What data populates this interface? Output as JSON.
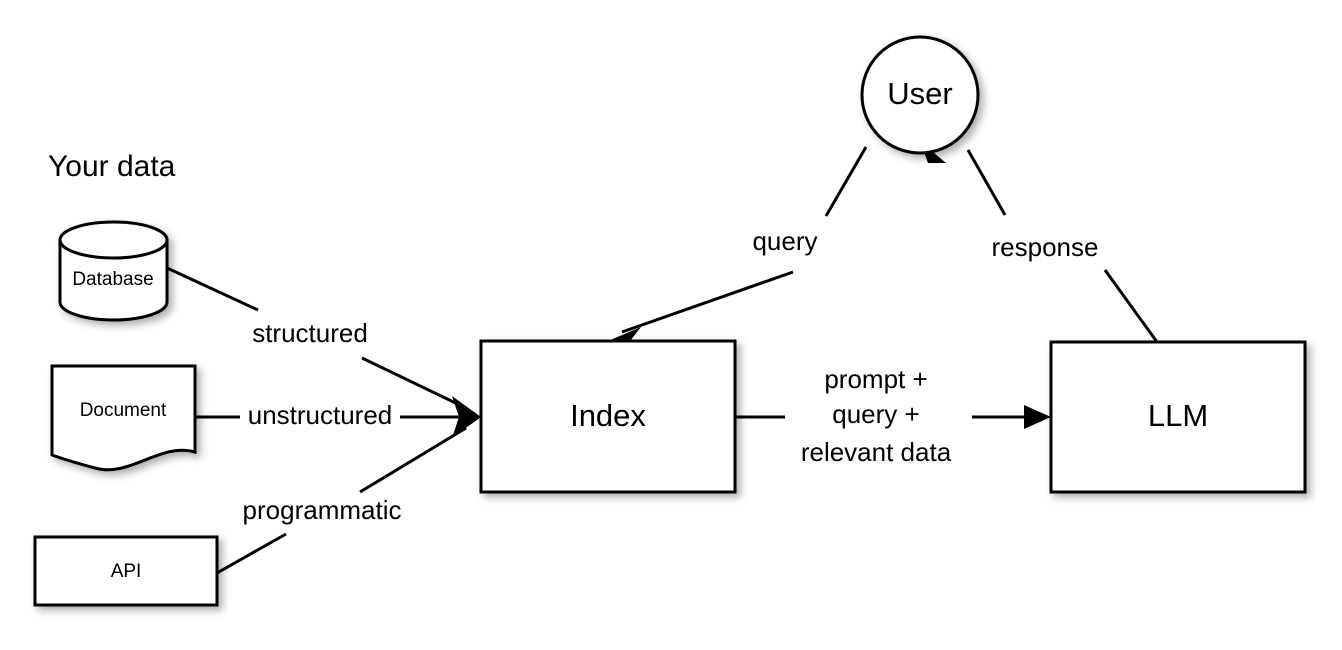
{
  "diagram": {
    "title": "Your data",
    "background_color": "#ffffff",
    "stroke_color": "#000000",
    "nodes": {
      "database": {
        "label": "Database",
        "shape": "cylinder"
      },
      "document": {
        "label": "Document",
        "shape": "document"
      },
      "api": {
        "label": "API",
        "shape": "rectangle"
      },
      "index": {
        "label": "Index",
        "shape": "rectangle"
      },
      "llm": {
        "label": "LLM",
        "shape": "rectangle"
      },
      "user": {
        "label": "User",
        "shape": "circle"
      }
    },
    "edge_labels": {
      "structured": "structured",
      "unstructured": "unstructured",
      "programmatic": "programmatic",
      "query": "query",
      "response": "response",
      "payload_line1": "prompt +",
      "payload_line2": "query +",
      "payload_line3": "relevant data"
    }
  }
}
